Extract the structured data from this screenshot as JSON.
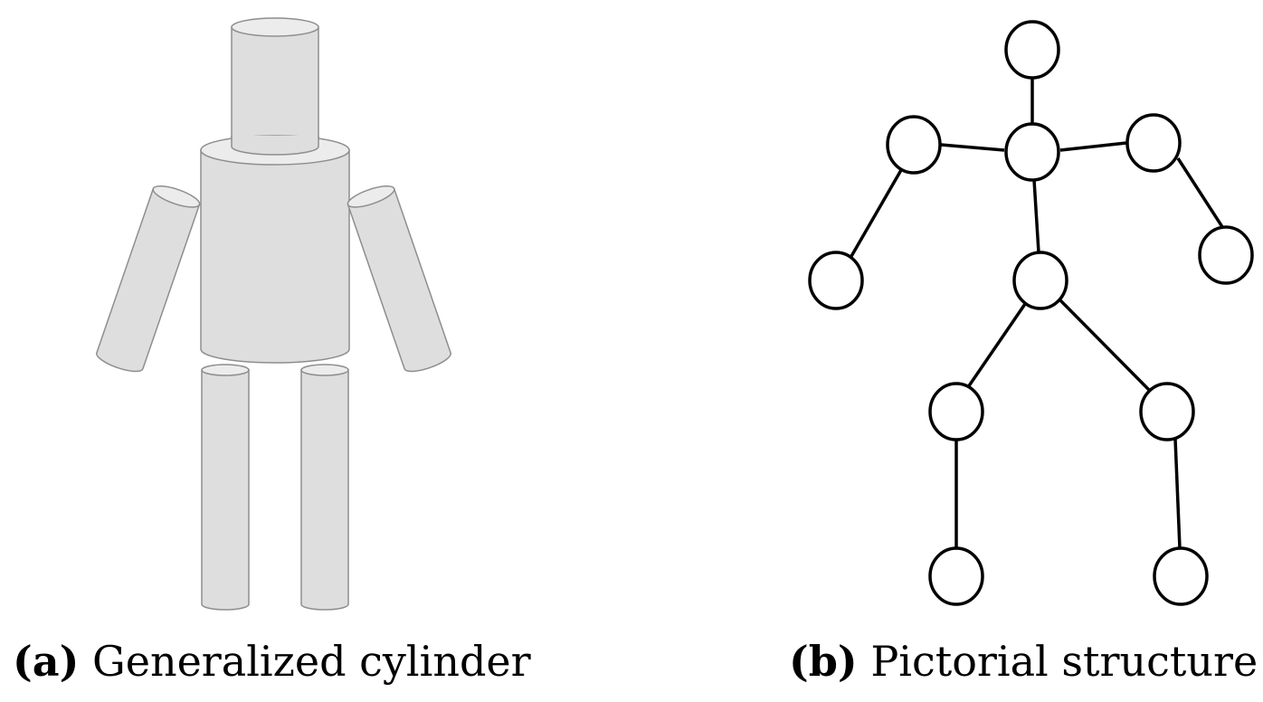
{
  "figure": {
    "panel_a": {
      "tag": "(a)",
      "caption": "Generalized cylinder",
      "parts": [
        "head",
        "torso",
        "left-arm",
        "right-arm",
        "left-leg",
        "right-leg"
      ]
    },
    "panel_b": {
      "tag": "(b)",
      "caption": "Pictorial structure",
      "nodes": [
        "head",
        "neck",
        "left-shoulder",
        "right-shoulder",
        "left-hand",
        "right-hand",
        "pelvis",
        "left-knee",
        "right-knee",
        "left-foot",
        "right-foot"
      ],
      "edges": [
        [
          "head",
          "neck"
        ],
        [
          "neck",
          "left-shoulder"
        ],
        [
          "neck",
          "right-shoulder"
        ],
        [
          "left-shoulder",
          "left-hand"
        ],
        [
          "right-shoulder",
          "right-hand"
        ],
        [
          "neck",
          "pelvis"
        ],
        [
          "pelvis",
          "left-knee"
        ],
        [
          "pelvis",
          "right-knee"
        ],
        [
          "left-knee",
          "left-foot"
        ],
        [
          "right-knee",
          "right-foot"
        ]
      ]
    },
    "colors": {
      "cylinder_fill": "#dedede",
      "cylinder_outline": "#8e8e8e",
      "graph_stroke": "#000000"
    }
  }
}
